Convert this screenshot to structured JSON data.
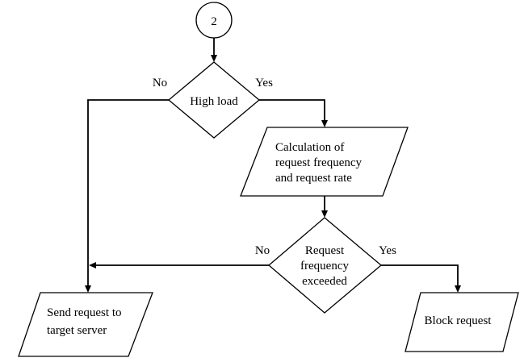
{
  "colors": {
    "stroke": "#000000",
    "background": "#ffffff"
  },
  "connector": {
    "label": "2"
  },
  "decision_high_load": {
    "label": "High load",
    "no_label": "No",
    "yes_label": "Yes"
  },
  "calculation": {
    "lines": [
      "Calculation of",
      "request frequency",
      "and request rate"
    ]
  },
  "decision_frequency": {
    "lines": [
      "Request",
      "frequency",
      "exceeded"
    ],
    "no_label": "No",
    "yes_label": "Yes"
  },
  "send_request": {
    "lines": [
      "Send request to",
      "target server"
    ]
  },
  "block_request": {
    "label": "Block request"
  }
}
